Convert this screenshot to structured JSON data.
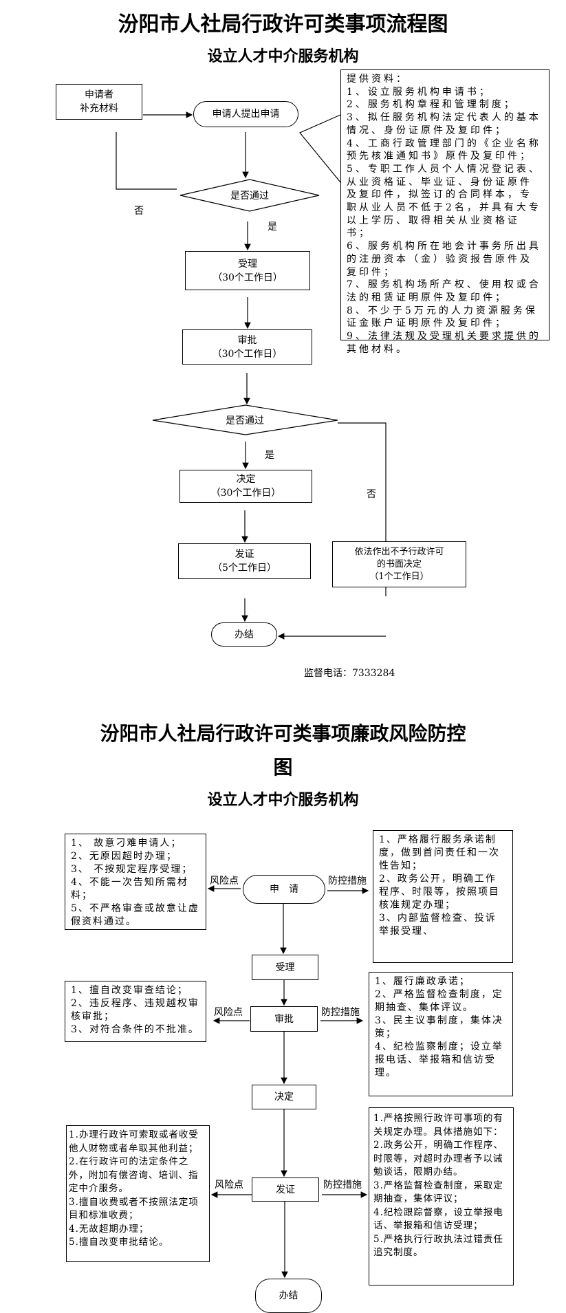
{
  "chart1": {
    "title": "汾阳市人社局行政许可类事项流程图",
    "subtitle": "设立人才中介服务机构",
    "applicant_box": [
      "申请者",
      "补充材料"
    ],
    "apply_pill": "申请人提出申请",
    "decision1": "是否通过",
    "no_label_1": "否",
    "yes_label_1": "是",
    "accept_box": [
      "受理",
      "（30个工作日）"
    ],
    "approve_box": [
      "审批",
      "（30个工作日）"
    ],
    "decision2": "是否通过",
    "yes_label_2": "是",
    "no_label_2": "否",
    "decide_box": [
      "决定",
      "（30个工作日）"
    ],
    "issue_box": [
      "发证",
      "（5个工作日）"
    ],
    "reject_box": [
      "依法作出不予行政许可",
      "的书面决定",
      "（1个工作日）"
    ],
    "done_pill": "办结",
    "hotline": "监督电话：7333284",
    "materials": [
      "提供资料：",
      "1、设立服务机构申请书；",
      "2、服务机构章程和管理制度；",
      "3、拟任服务机构法定代表人的基本情况、身份证原件及复印件；",
      "4、工商行政管理部门的《企业名称预先核准通知书》原件及复印件；",
      "5、专职工作人员个人情况登记表、从业资格证、毕业证、身份证原件及复印件，拟签订的合同样本，专职从业人员不低于2名，并具有大专以上学历、取得相关从业资格证书；",
      "6、服务机构所在地会计事务所出具的注册资本（金）验资报告原件及复印件；",
      "7、服务机构场所产权、使用权或合法的租赁证明原件及复印件；",
      "8、不少于5万元的人力资源服务保证金账户证明原件及复印件；",
      "9、法律法规及受理机关要求提供的其他材料。"
    ]
  },
  "chart2": {
    "title_line1": "汾阳市人社局行政许可类事项廉政风险防控",
    "title_line2": "图",
    "subtitle": "设立人才中介服务机构",
    "risk_label": "风险点",
    "control_label": "防控措施",
    "apply_pill": "申　请",
    "accept_box": "受理",
    "approve_box": "审批",
    "decide_box": "决定",
    "issue_box": "发证",
    "done_pill": "办结",
    "risks_apply": [
      "1、 故意刁难申请人；",
      "2、无原因超时办理；",
      "3、 不按规定程序受理；",
      "4、不能一次告知所需材料；",
      "5、不严格审查或故意让虚假资料通过。"
    ],
    "controls_apply": [
      "1、严格履行服务承诺制度，做到首问责任和一次性告知；",
      "2、政务公开，明确工作程序、时限等，按照项目核准规定办理；",
      "3、内部监督检查、投诉举报受理、"
    ],
    "risks_approve": [
      "1、擅自改变审查结论；",
      "2、违反程序、违规越权审核审批；",
      "3、对符合条件的不批准。"
    ],
    "controls_approve": [
      "1、履行廉政承诺；",
      "2、严格监督检查制度，定期抽查、集体评议。",
      "3、民主议事制度，集体决策；",
      "4、纪检监察制度；设立举报电话、举报箱和信访受理。"
    ],
    "risks_issue": [
      "1.办理行政许可索取或者收受他人财物或者牟取其他利益；",
      "2.在行政许可的法定条件之外，附加有偿咨询、培训、指定中介服务。",
      "3.擅自收费或者不按照法定项目和标准收费；",
      "4.无故超期办理；",
      "5.擅自改变审批结论。"
    ],
    "controls_issue": [
      "1.严格按照行政许可事项的有关规定办理。具体措施如下：",
      "2.政务公开，明确工作程序、时限等，对超时办理者予以诫勉谈话，限期办结。",
      "3.严格监督检查制度，采取定期抽查，集体评议；",
      "4.纪检跟踪督察，设立举报电话、举报箱和信访受理；",
      "5.严格执行行政执法过错责任追究制度。"
    ]
  }
}
